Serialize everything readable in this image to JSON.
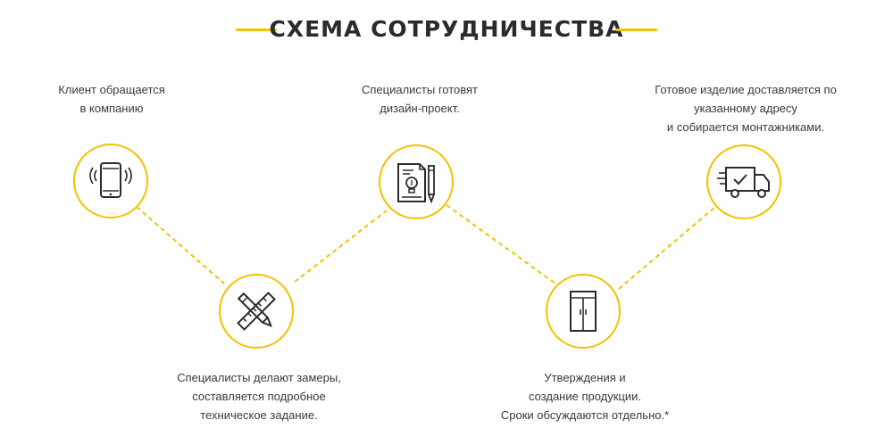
{
  "header": {
    "title": "СХЕМА СОТРУДНИЧЕСТВА"
  },
  "steps": [
    {
      "icon": "smartphone-icon",
      "lines": [
        "Клиент обращается",
        "в компанию"
      ]
    },
    {
      "icon": "ruler-pencil-icon",
      "lines": [
        "Специалисты делают замеры,",
        "составляется подробное",
        "техническое задание."
      ]
    },
    {
      "icon": "design-project-icon",
      "lines": [
        "Специалисты готовят",
        "дизайн-проект."
      ]
    },
    {
      "icon": "wardrobe-icon",
      "lines": [
        "Утверждения и",
        "создание продукции.",
        "Сроки обсуждаются отдельно.*"
      ]
    },
    {
      "icon": "delivery-truck-icon",
      "lines": [
        "Готовое изделие доставляется по",
        "указанному адресу",
        "и собирается монтажниками."
      ]
    }
  ],
  "colors": {
    "accent": "#f2c200",
    "icon_stroke": "#2b2b2b",
    "text": "#3a3a3a"
  }
}
